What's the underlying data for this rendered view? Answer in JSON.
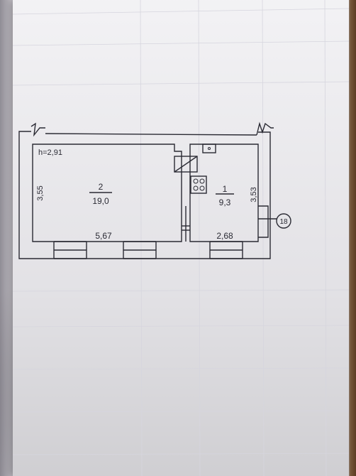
{
  "plan": {
    "ceiling_height": "h=2,91",
    "rooms": [
      {
        "number": "2",
        "area": "19,0"
      },
      {
        "number": "1",
        "area": "9,3"
      }
    ],
    "dimensions": {
      "room2_height": "3,55",
      "room2_width": "5,67",
      "room1_height": "3,53",
      "room1_width": "2,68"
    },
    "marker": "18",
    "colors": {
      "ink": "#2a2a33",
      "paper": "#ecebef"
    }
  }
}
